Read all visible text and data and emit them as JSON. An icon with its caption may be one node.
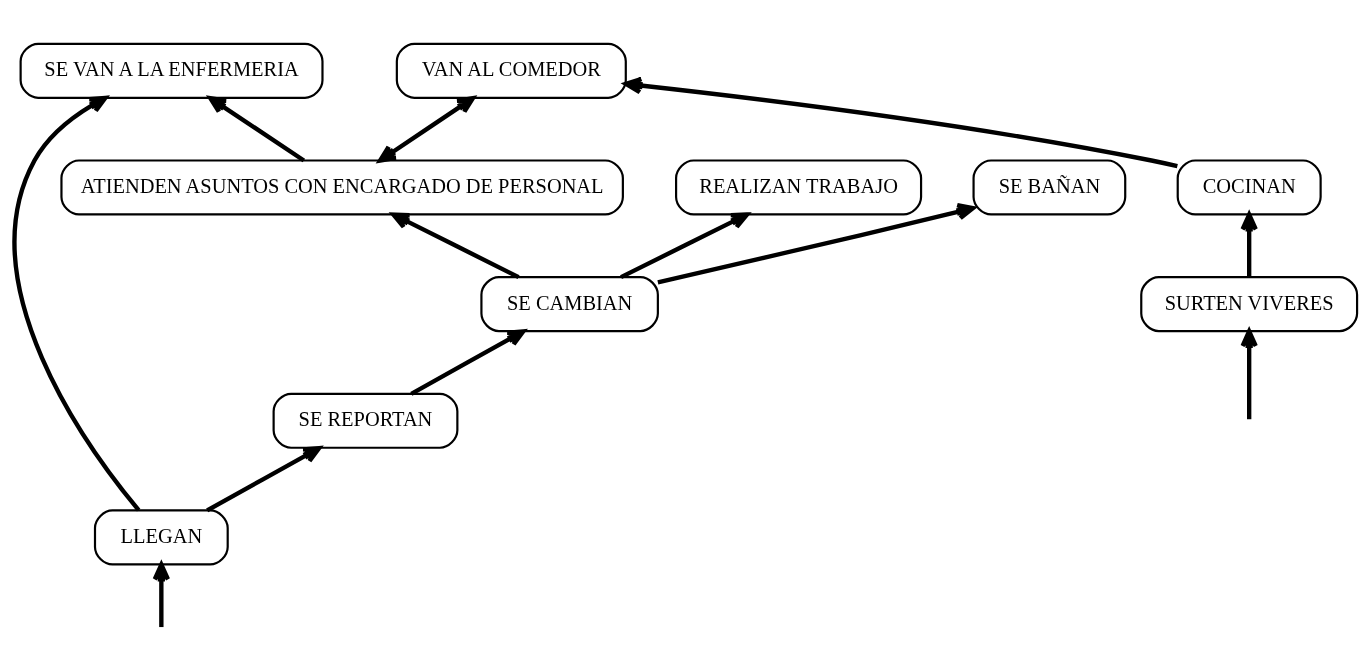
{
  "diagram": {
    "nodes": [
      {
        "text": [
          "REALIZAN TRABAJO"
        ]
      },
      {
        "text": [
          "SE BAÑAN"
        ]
      },
      {
        "text": [
          "ATIENDEN ASUNTOS CON ENCARGADO DE PERSONAL"
        ]
      },
      {
        "text": [
          "SE CAMBIAN"
        ]
      },
      {
        "text": [
          "SE REPORTAN"
        ]
      },
      {
        "text": [
          "SE VAN A LA ENFERMERIA"
        ]
      },
      {
        "text": [
          "LLEGAN"
        ]
      },
      {
        "text": [
          "VAN AL COMEDOR"
        ]
      },
      {
        "text": [
          "COCINAN"
        ]
      },
      {
        "text": [
          "SURTEN VIVERES"
        ]
      }
    ],
    "edges": [
      {
        "from": null,
        "to": 6,
        "arrow": "to"
      },
      {
        "from": 6,
        "to": 4,
        "arrow": "to"
      },
      {
        "from": 4,
        "to": 3,
        "arrow": "to"
      },
      {
        "from": 3,
        "to": 0,
        "arrow": "to"
      },
      {
        "from": 3,
        "to": 1,
        "arrow": "to"
      },
      {
        "from": 3,
        "to": 2,
        "arrow": "to"
      },
      {
        "from": 6,
        "to": 5,
        "arrow": "to"
      },
      {
        "from": 2,
        "to": 7,
        "arrow": "both"
      },
      {
        "from": 2,
        "to": 5,
        "arrow": "to"
      },
      {
        "from": 8,
        "to": 7,
        "arrow": "to"
      },
      {
        "from": 9,
        "to": 8,
        "arrow": "to"
      },
      {
        "from": null,
        "to": 9,
        "arrow": "to"
      }
    ]
  }
}
